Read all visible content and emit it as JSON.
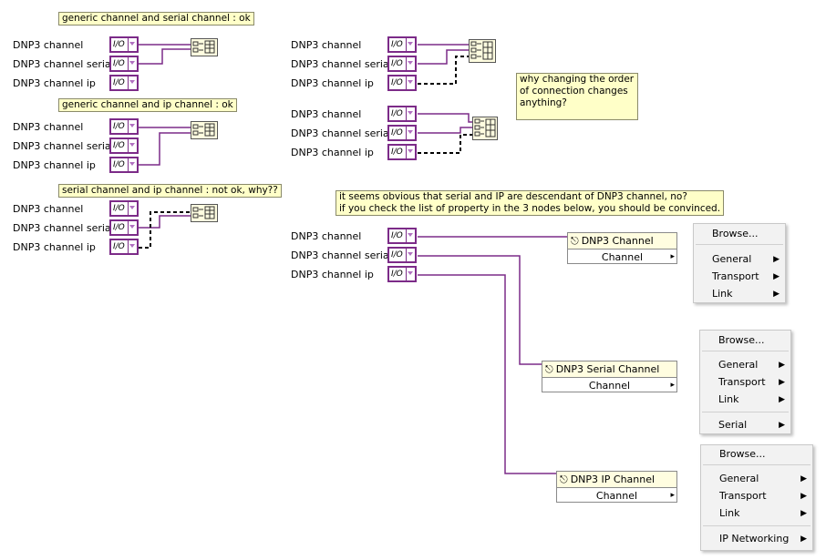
{
  "notes": [
    "generic channel and serial channel : ok",
    "generic channel and ip channel : ok",
    "serial channel and ip channel : not ok, why??",
    "why changing the order of connection changes anything?",
    "it seems obvious that serial and IP are descendant of DNP3 channel, no?",
    "if you check the list of property in the 3 nodes below, you should be convinced."
  ],
  "note4_lines": [
    "why changing the order",
    "of connection changes",
    "anything?"
  ],
  "labels": {
    "channel": "DNP3 channel",
    "serial": "DNP3 channel serial",
    "ip": "DNP3 channel ip"
  },
  "control_glyph": "I/O",
  "nodes": [
    {
      "title": "DNP3 Channel",
      "property": "Channel"
    },
    {
      "title": "DNP3 Serial Channel",
      "property": "Channel"
    },
    {
      "title": "DNP3 IP Channel",
      "property": "Channel"
    }
  ],
  "menus": [
    {
      "items": [
        "Browse...",
        "General",
        "Transport",
        "Link"
      ]
    },
    {
      "items": [
        "Browse...",
        "General",
        "Transport",
        "Link",
        "Serial"
      ]
    },
    {
      "items": [
        "Browse...",
        "General",
        "Transport",
        "Link",
        "IP Networking"
      ]
    }
  ],
  "colors": {
    "wire": "#7c2b88",
    "control_border": "#7c2b88",
    "note_bg": "#ffffc8"
  }
}
